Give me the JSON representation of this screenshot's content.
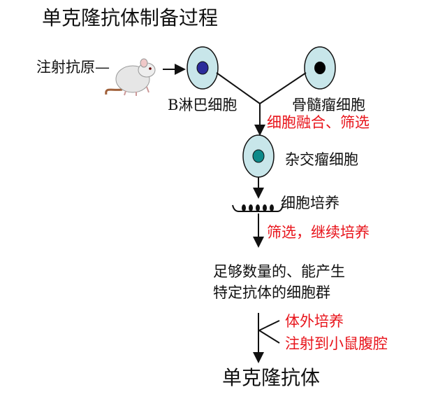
{
  "title": "单克隆抗体制备过程",
  "inject_antigen": "注射抗原—",
  "b_cell": "B淋巴细胞",
  "myeloma_cell": "骨髓瘤细胞",
  "fusion_step": "细胞融合、筛选",
  "hybridoma": "杂交瘤细胞",
  "culture": "细胞培养",
  "screen_step": "筛选，继续培养",
  "cell_group_line1": "足够数量的、能产生",
  "cell_group_line2": "特定抗体的细胞群",
  "in_vitro": "体外培养",
  "in_vivo": "注射到小鼠腹腔",
  "result": "单克隆抗体",
  "colors": {
    "red": "#e8141b",
    "cell": "#c8e6ea",
    "b_nucleus": "#2b2b9a",
    "myeloma_nucleus": "#000000",
    "hybrid_nucleus": "#0d8a8a"
  }
}
